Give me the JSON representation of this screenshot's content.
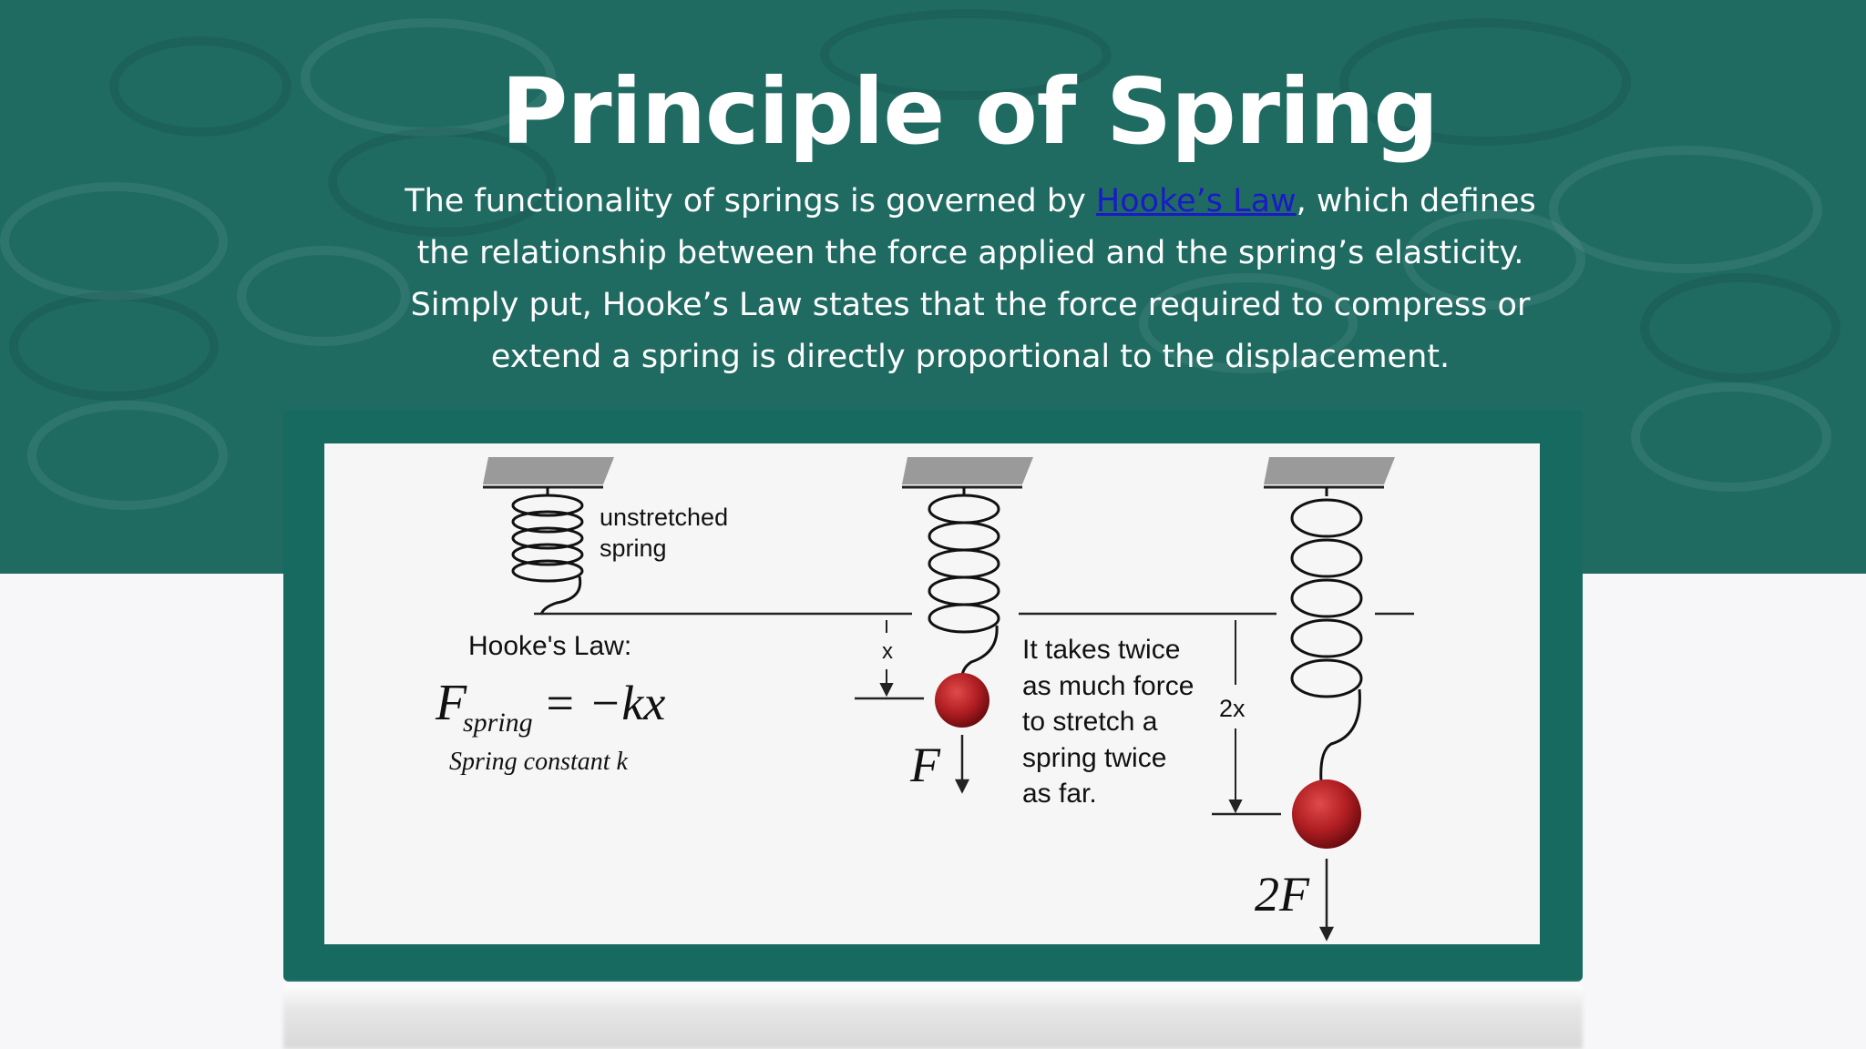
{
  "hero": {
    "title": "Principle of Spring",
    "intro_before": "The functionality of springs is governed by ",
    "intro_link": "Hooke’s Law",
    "intro_after": ", which defines the relationship between the force applied and the spring’s elasticity. Simply put, Hooke’s Law states that the force required to compress or extend a spring is directly proportional to the displacement."
  },
  "figure": {
    "unstretched_line1": "unstretched",
    "unstretched_line2": "spring",
    "law_label": "Hooke's Law:",
    "formula_F": "F",
    "formula_sub": "spring",
    "formula_rhs": "= −kx",
    "constant_label": "Spring constant k",
    "x_label": "x",
    "force_label": "F",
    "twice_line1": "It takes twice",
    "twice_line2": "as much force",
    "twice_line3": "to stretch a",
    "twice_line4": "spring twice",
    "twice_line5": "as far.",
    "twox_label": "2x",
    "twoF_label": "2F"
  },
  "colors": {
    "teal_band": "#1f6b62",
    "frame": "#176a60",
    "link": "#1a1ac8",
    "ball": "#b01e22"
  }
}
